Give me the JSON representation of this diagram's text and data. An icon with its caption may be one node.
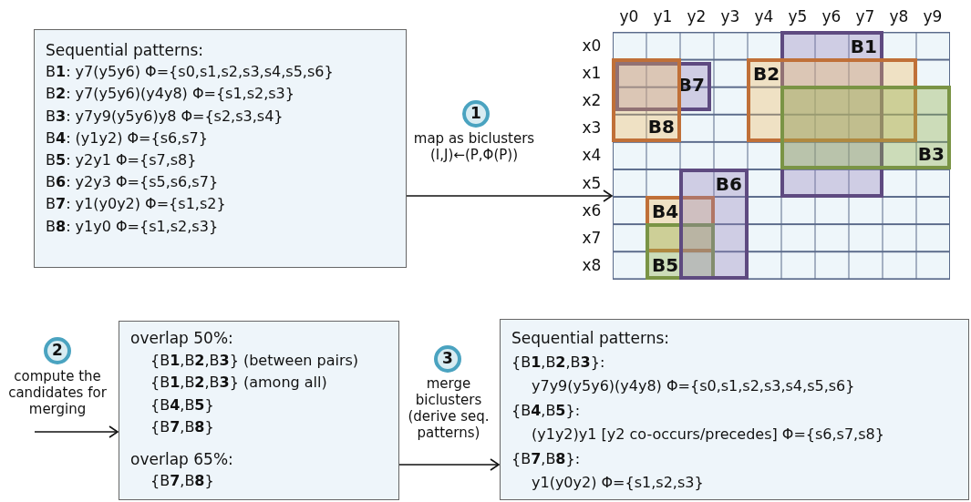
{
  "diagram": {
    "nodes": [
      {
        "text": [
          "Sequential patterns:",
          "B**1**: y7(y5y6) Φ={s0,s1,s2,s3,s4,s5,s6}",
          "B**2**: y7(y5y6)(y4y8) Φ={s1,s2,s3}",
          "B**3**: y7y9(y5y6)y8 Φ={s2,s3,s4}",
          "B**4**: (y1y2) Φ={s6,s7}",
          "B**5**: y2y1 Φ={s7,s8}",
          "B**6**: y2y3 Φ={s5,s6,s7}",
          "B**7**: y1(y0y2) Φ={s1,s2}",
          "B**8**: y1y0 Φ={s1,s2,s3}"
        ]
      },
      {
        "text": [
          "1"
        ]
      },
      {
        "text": [],
        "shape": "box"
      },
      {
        "text": [
          "B1"
        ],
        "in": 2
      },
      {
        "text": [
          "B2"
        ],
        "in": 2
      },
      {
        "text": [
          "B3"
        ],
        "in": 2
      },
      {
        "text": [
          "B4"
        ],
        "in": 2
      },
      {
        "text": [
          "B5"
        ],
        "in": 2
      },
      {
        "text": [
          "B6"
        ],
        "in": 2
      },
      {
        "text": [
          "B7"
        ],
        "in": 2
      },
      {
        "text": [
          "B8"
        ],
        "in": 2
      },
      {
        "text": [
          "2"
        ]
      },
      {
        "text": [
          "overlap 50%:",
          "{B**1**,B**2**,B**3**} (between pairs)",
          "{B**1**,B**2**,B**3**} (among all)",
          "{B**4**,B**5**}",
          "{B**7**,B**8**}",
          "overlap 65%:",
          "{B**7**,B**8**}"
        ]
      },
      {
        "text": [
          "3"
        ]
      },
      {
        "text": [
          "Sequential patterns:",
          "{B**1**,B**2**,B**3**}:",
          "y7y9(y5y6)(y4y8) Φ={s0,s1,s2,s3,s4,s5,s6}",
          "{B**4**,B**5**}:",
          "(y1y2)y1 [y2 co-occurs/precedes] Φ={s6,s7,s8}",
          "{B**7**,B**8**}:",
          "y1(y0y2) Φ={s1,s2,s3}"
        ]
      }
    ],
    "edges": [
      {
        "from": 0,
        "to": 2,
        "arrow": "to",
        "label": "map as biclusters (I,J)←(P,Φ(P))"
      },
      {
        "from": null,
        "to": 12,
        "arrow": "to",
        "label": "compute the candidates for merging"
      },
      {
        "from": 12,
        "to": 14,
        "arrow": "to",
        "label": "merge biclusters (derive seq. patterns)"
      }
    ],
    "labels": [
      "y0",
      "y1",
      "y2",
      "y3",
      "y4",
      "y5",
      "y6",
      "y7",
      "y8",
      "y9",
      "x0",
      "x1",
      "x2",
      "x3",
      "x4",
      "x5",
      "x6",
      "x7",
      "x8"
    ]
  }
}
